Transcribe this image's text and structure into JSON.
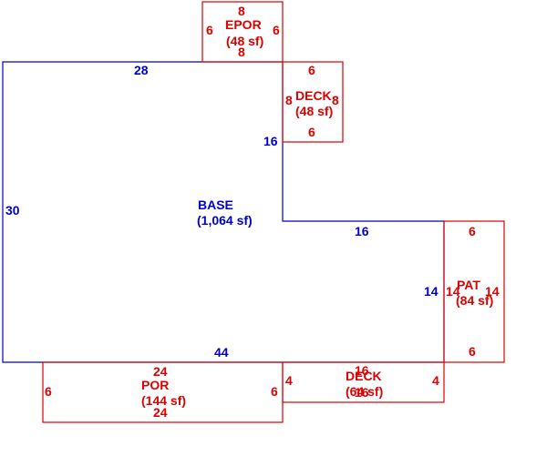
{
  "colors": {
    "base": "#0000cc",
    "addition": "#dd0000",
    "background": "#ffffff"
  },
  "areas": {
    "base": {
      "name": "BASE",
      "area": "(1,064 sf)",
      "dims": {
        "top": "28",
        "left": "30",
        "bottom": "44",
        "notch_vertical": "16",
        "notch_horizontal": "16",
        "right": "14"
      }
    },
    "epor": {
      "name": "EPOR",
      "area": "(48 sf)",
      "dims": {
        "top": "8",
        "bottom": "8",
        "left": "6",
        "right": "6"
      }
    },
    "deck_upper": {
      "name": "DECK",
      "area": "(48 sf)",
      "dims": {
        "top": "6",
        "bottom": "6",
        "left": "8",
        "right": "8"
      }
    },
    "pat": {
      "name": "PAT",
      "area": "(84 sf)",
      "dims": {
        "top": "6",
        "bottom": "6",
        "left": "14",
        "right": "14"
      }
    },
    "por": {
      "name": "POR",
      "area": "(144 sf)",
      "dims": {
        "top": "24",
        "bottom": "24",
        "left": "6",
        "right": "6"
      }
    },
    "deck_lower": {
      "name": "DECK",
      "area": "(64 sf)",
      "dims": {
        "top": "16",
        "bottom": "16",
        "left": "4",
        "right": "4"
      }
    }
  }
}
